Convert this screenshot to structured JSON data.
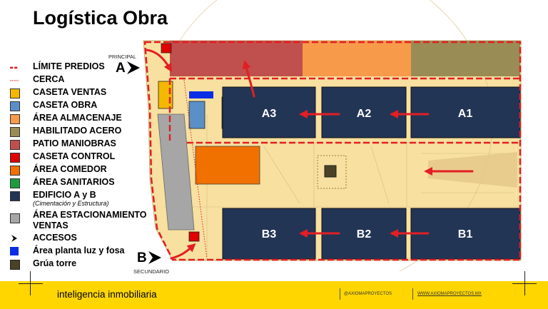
{
  "title": "Logística Obra",
  "legend": [
    {
      "label": "LÍMITE PREDIOS",
      "symbol": "dash-line-icon",
      "color": "#e31e24"
    },
    {
      "label": "CERCA",
      "symbol": "dotted-line-icon",
      "color": "#e31e24"
    },
    {
      "label": "CASETA VENTAS",
      "symbol": "square-icon",
      "color": "#f5b800"
    },
    {
      "label": "CASETA OBRA",
      "symbol": "square-icon",
      "color": "#5a8fc8"
    },
    {
      "label": "ÁREA ALMACENAJE",
      "symbol": "square-icon",
      "color": "#f79a4a"
    },
    {
      "label": "HABILITADO ACERO",
      "symbol": "square-icon",
      "color": "#9a8c55"
    },
    {
      "label": "PATIO MANIOBRAS",
      "symbol": "square-icon",
      "color": "#c0504d"
    },
    {
      "label": "CASETA CONTROL",
      "symbol": "square-icon",
      "color": "#e00000"
    },
    {
      "label": "ÁREA COMEDOR",
      "symbol": "square-icon",
      "color": "#f07000"
    },
    {
      "label": "ÁREA SANITARIOS",
      "symbol": "square-icon",
      "color": "#1e9c3c"
    },
    {
      "label": "EDIFICIO A y B",
      "sublabel": "(Cimentación y Estructura)",
      "symbol": "square-icon",
      "color": "#233555"
    },
    {
      "label": "ÁREA ESTACIONAMIENTO VENTAS",
      "symbol": "square-icon",
      "color": "#a6a6a6"
    },
    {
      "label": "ACCESOS",
      "symbol": "chevron-icon",
      "color": "#000000"
    },
    {
      "label": "Área planta luz y fosa",
      "symbol": "square-icon",
      "color": "#0a2de6"
    },
    {
      "label": "Grúa torre",
      "symbol": "square-icon",
      "color": "#4a4226"
    }
  ],
  "buildings": [
    "A1",
    "A2",
    "A3",
    "B1",
    "B2",
    "B3"
  ],
  "gates": {
    "principal": {
      "letter": "A",
      "caption": "PRINCIPAL"
    },
    "secundario": {
      "letter": "B",
      "caption": "SECUNDARIO"
    }
  },
  "footer": {
    "brand": "inteligencia inmobiliaria",
    "social": "@AXIOMAPROYECTOS",
    "website": "WWW.AXIOMAPROYECTOS.MX"
  },
  "colors": {
    "footer_bg": "#ffd600",
    "site_bg": "#f7e0a0",
    "building": "#233555",
    "arrow": "#e31e24",
    "boundary": "#e31e24"
  }
}
